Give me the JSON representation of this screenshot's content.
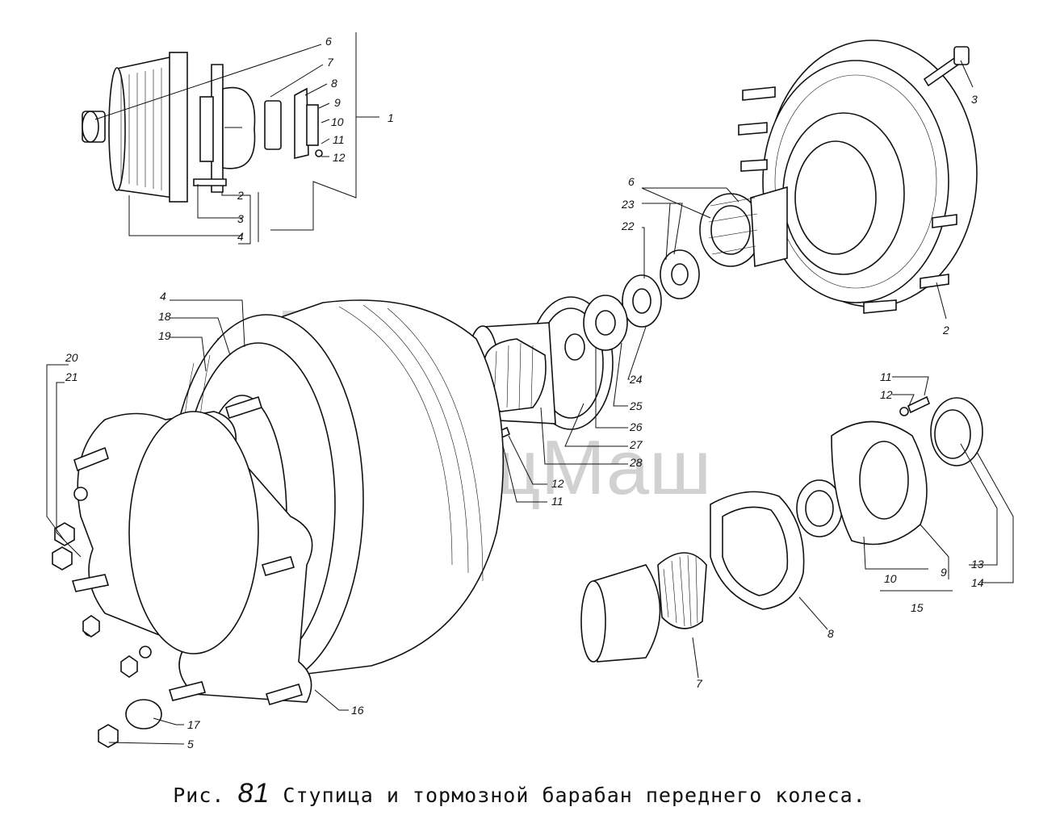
{
  "caption": {
    "prefix": "Рис.",
    "number": "81",
    "title": "Ступица и тормозной барабан переднего колеса."
  },
  "watermark": {
    "text": "СпецМаш"
  },
  "callouts": {
    "inset": [
      "6",
      "7",
      "8",
      "9",
      "10",
      "11",
      "12",
      "1",
      "2",
      "3",
      "4"
    ],
    "hub": [
      "3",
      "6",
      "23",
      "22",
      "2"
    ],
    "middle": [
      "24",
      "25",
      "26",
      "27",
      "28",
      "12",
      "11"
    ],
    "drum": [
      "4",
      "18",
      "19",
      "20",
      "21",
      "16",
      "17",
      "5"
    ],
    "bearings": [
      "11",
      "12",
      "8",
      "7",
      "10",
      "9",
      "13",
      "14",
      "15"
    ]
  }
}
